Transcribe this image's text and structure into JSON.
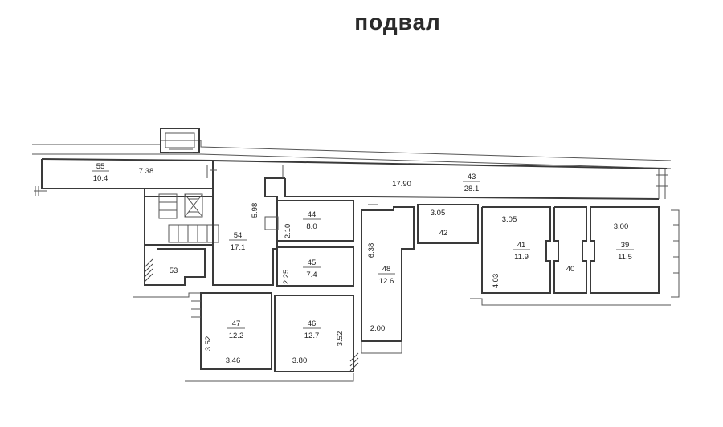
{
  "title": "подвал",
  "rooms": [
    {
      "id": "r55",
      "number": "55",
      "area": "10.4"
    },
    {
      "id": "r54",
      "number": "54",
      "area": "17.1"
    },
    {
      "id": "r53",
      "number": "53",
      "area": ""
    },
    {
      "id": "r44",
      "number": "44",
      "area": "8.0"
    },
    {
      "id": "r45",
      "number": "45",
      "area": "7.4"
    },
    {
      "id": "r48",
      "number": "48",
      "area": "12.6"
    },
    {
      "id": "r43",
      "number": "43",
      "area": "28.1"
    },
    {
      "id": "r42",
      "number": "42",
      "area": ""
    },
    {
      "id": "r41",
      "number": "41",
      "area": "11.9"
    },
    {
      "id": "r40",
      "number": "40",
      "area": ""
    },
    {
      "id": "r39",
      "number": "39",
      "area": "11.5"
    },
    {
      "id": "r47",
      "number": "47",
      "area": "12.2"
    },
    {
      "id": "r46",
      "number": "46",
      "area": "12.7"
    }
  ],
  "dimensions": {
    "d_7_38": "7.38",
    "d_17_90": "17.90",
    "d_5_98": "5.98",
    "d_2_10": "2.10",
    "d_2_25": "2.25",
    "d_6_38": "6.38",
    "d_3_05a": "3.05",
    "d_3_05b": "3.05",
    "d_3_00": "3.00",
    "d_4_03": "4.03",
    "d_2_00": "2.00",
    "d_3_52a": "3.52",
    "d_3_52b": "3.52",
    "d_3_46": "3.46",
    "d_3_80": "3.80"
  }
}
